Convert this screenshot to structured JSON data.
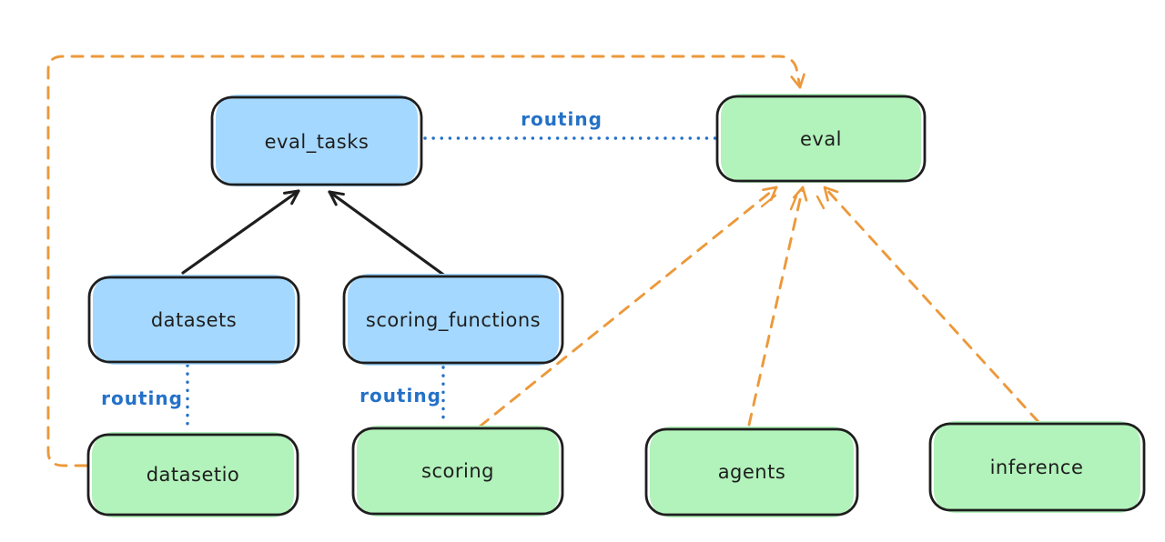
{
  "colors": {
    "background": "#ffffff",
    "stroke": "#1e1e1e",
    "blue_fill": "#a5d8ff",
    "green_fill": "#b2f2bb",
    "blue_accent": "#2471c7",
    "orange_accent": "#ec993b"
  },
  "nodes": {
    "eval_tasks": {
      "label": "eval_tasks"
    },
    "eval": {
      "label": "eval"
    },
    "datasets": {
      "label": "datasets"
    },
    "scoring_functions": {
      "label": "scoring_functions"
    },
    "datasetio": {
      "label": "datasetio"
    },
    "scoring": {
      "label": "scoring"
    },
    "agents": {
      "label": "agents"
    },
    "inference": {
      "label": "inference"
    }
  },
  "edge_labels": {
    "eval_tasks_to_eval": "routing",
    "datasets_to_datasetio": "routing",
    "scoring_functions_to_scoring": "routing"
  }
}
